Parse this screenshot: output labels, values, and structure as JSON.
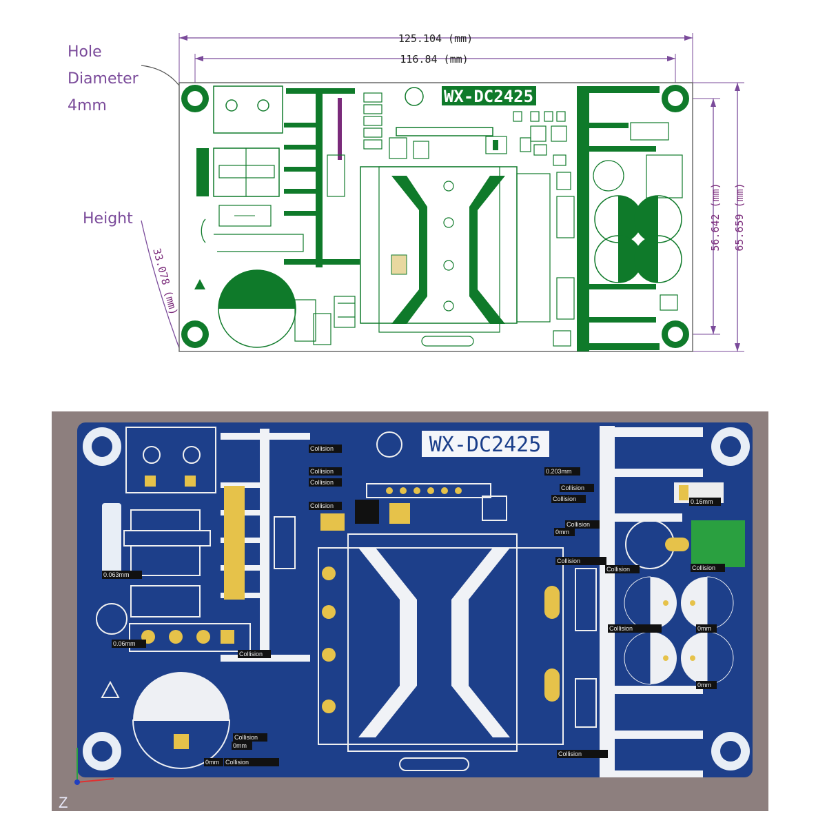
{
  "top_drawing": {
    "board_label": "WX-DC2425",
    "dim_overall_width": "125.104 (mm)",
    "dim_hole_width": "116.84 (mm)",
    "dim_hole_height": "56.642 (mm)",
    "dim_overall_height": "65.659 (mm)",
    "dim_component_height": "33.078 (mm)",
    "hole_label_lines": [
      "Hole",
      "Diameter",
      "4mm"
    ],
    "height_label": "Height",
    "pcb_color": "#0f7a2a",
    "annotation_color": "#7a4a9a"
  },
  "bottom_render": {
    "board_label": "WX-DC2425",
    "board_color": "#1d3f8a",
    "pad_color": "#e6c24a",
    "collision_labels": [
      "Collision",
      "Collision",
      "Collision",
      "Collision",
      "Collision",
      "Collision",
      "Collision",
      "Collision",
      "Collision",
      "Collision",
      "Collision",
      "Collision",
      "Collision",
      "Collision",
      "Collision"
    ],
    "measure_labels": [
      "0.203mm",
      "0.16mm",
      "0.063mm",
      "0.06mm",
      "0mm",
      "0mm",
      "0mm",
      "0mm",
      "0mm"
    ],
    "axis_label": "Z"
  }
}
